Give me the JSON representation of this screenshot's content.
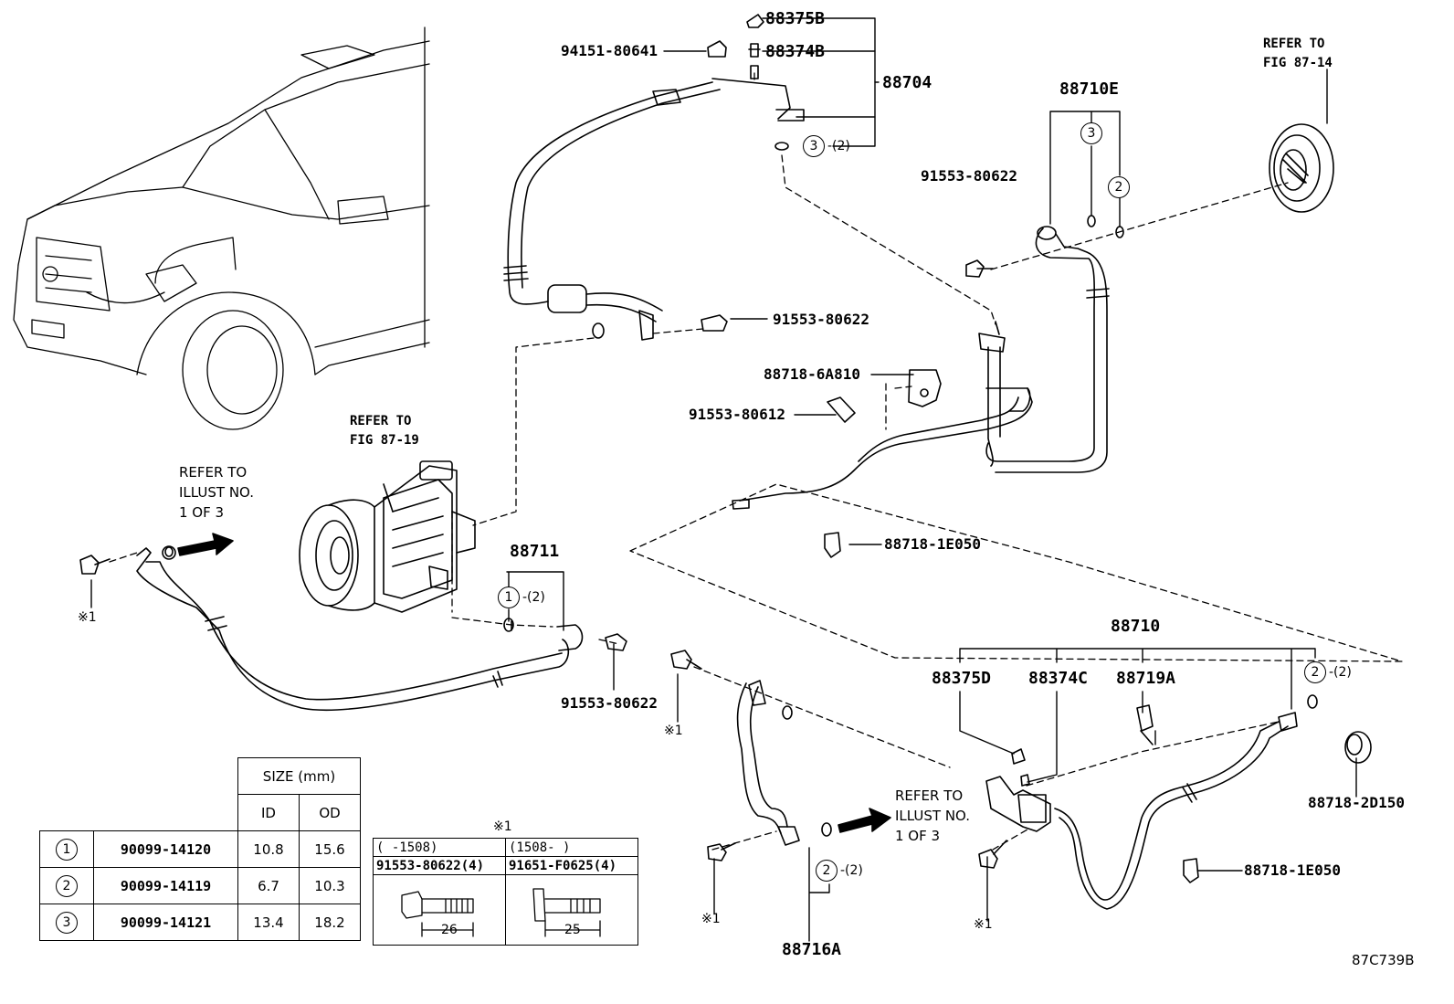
{
  "labels": {
    "p88375B": "88375B",
    "p88374B": "88374B",
    "p94151": "94151-80641",
    "p88704": "88704",
    "p88710E": "88710E",
    "p91553_a": "91553-80622",
    "p91553_b": "91553-80622",
    "p88718_6A810": "88718-6A810",
    "p91553_80612": "91553-80612",
    "p88718_1E050_a": "88718-1E050",
    "p88711": "88711",
    "p91553_c": "91553-80622",
    "p88710": "88710",
    "p88375D": "88375D",
    "p88374C": "88374C",
    "p88719A": "88719A",
    "p88718_2D150": "88718-2D150",
    "p88718_1E050_b": "88718-1E050",
    "p88716A": "88716A",
    "diagram_code": "87C739B"
  },
  "refs": {
    "fig_87_14": [
      "REFER TO",
      "FIG 87-14"
    ],
    "fig_87_19": [
      "REFER TO",
      "FIG 87-19"
    ],
    "illust_left": [
      "REFER TO",
      "ILLUST NO.",
      "1 OF 3"
    ],
    "illust_right": [
      "REFER TO",
      "ILLUST NO.",
      "1 OF 3"
    ]
  },
  "callouts": {
    "c3_top": "3",
    "q3_top": "-(2)",
    "c3_e": "3",
    "c2_e": "2",
    "c1_711": "1",
    "q1_711": "-(2)",
    "c2_710": "2",
    "q2_710": "-(2)",
    "c2_716": "2",
    "q2_716": "-(2)"
  },
  "bolt_marks": {
    "m1": "※1",
    "m2": "※1",
    "m3": "※1",
    "m4": "※1"
  },
  "size_table": {
    "header": "SIZE (mm)",
    "col_id": "ID",
    "col_od": "OD",
    "rows": [
      {
        "index": "1",
        "part": "90099-14120",
        "id": "10.8",
        "od": "15.6"
      },
      {
        "index": "2",
        "part": "90099-14119",
        "id": "6.7",
        "od": "10.3"
      },
      {
        "index": "3",
        "part": "90099-14121",
        "id": "13.4",
        "od": "18.2"
      }
    ]
  },
  "bolt_table": {
    "mark": "※1",
    "range_left": "(    -1508)",
    "range_right": "(1508-      )",
    "part_left": "91553-80622(4)",
    "part_right": "91651-F0625(4)",
    "len_left": "26",
    "len_right": "25"
  }
}
